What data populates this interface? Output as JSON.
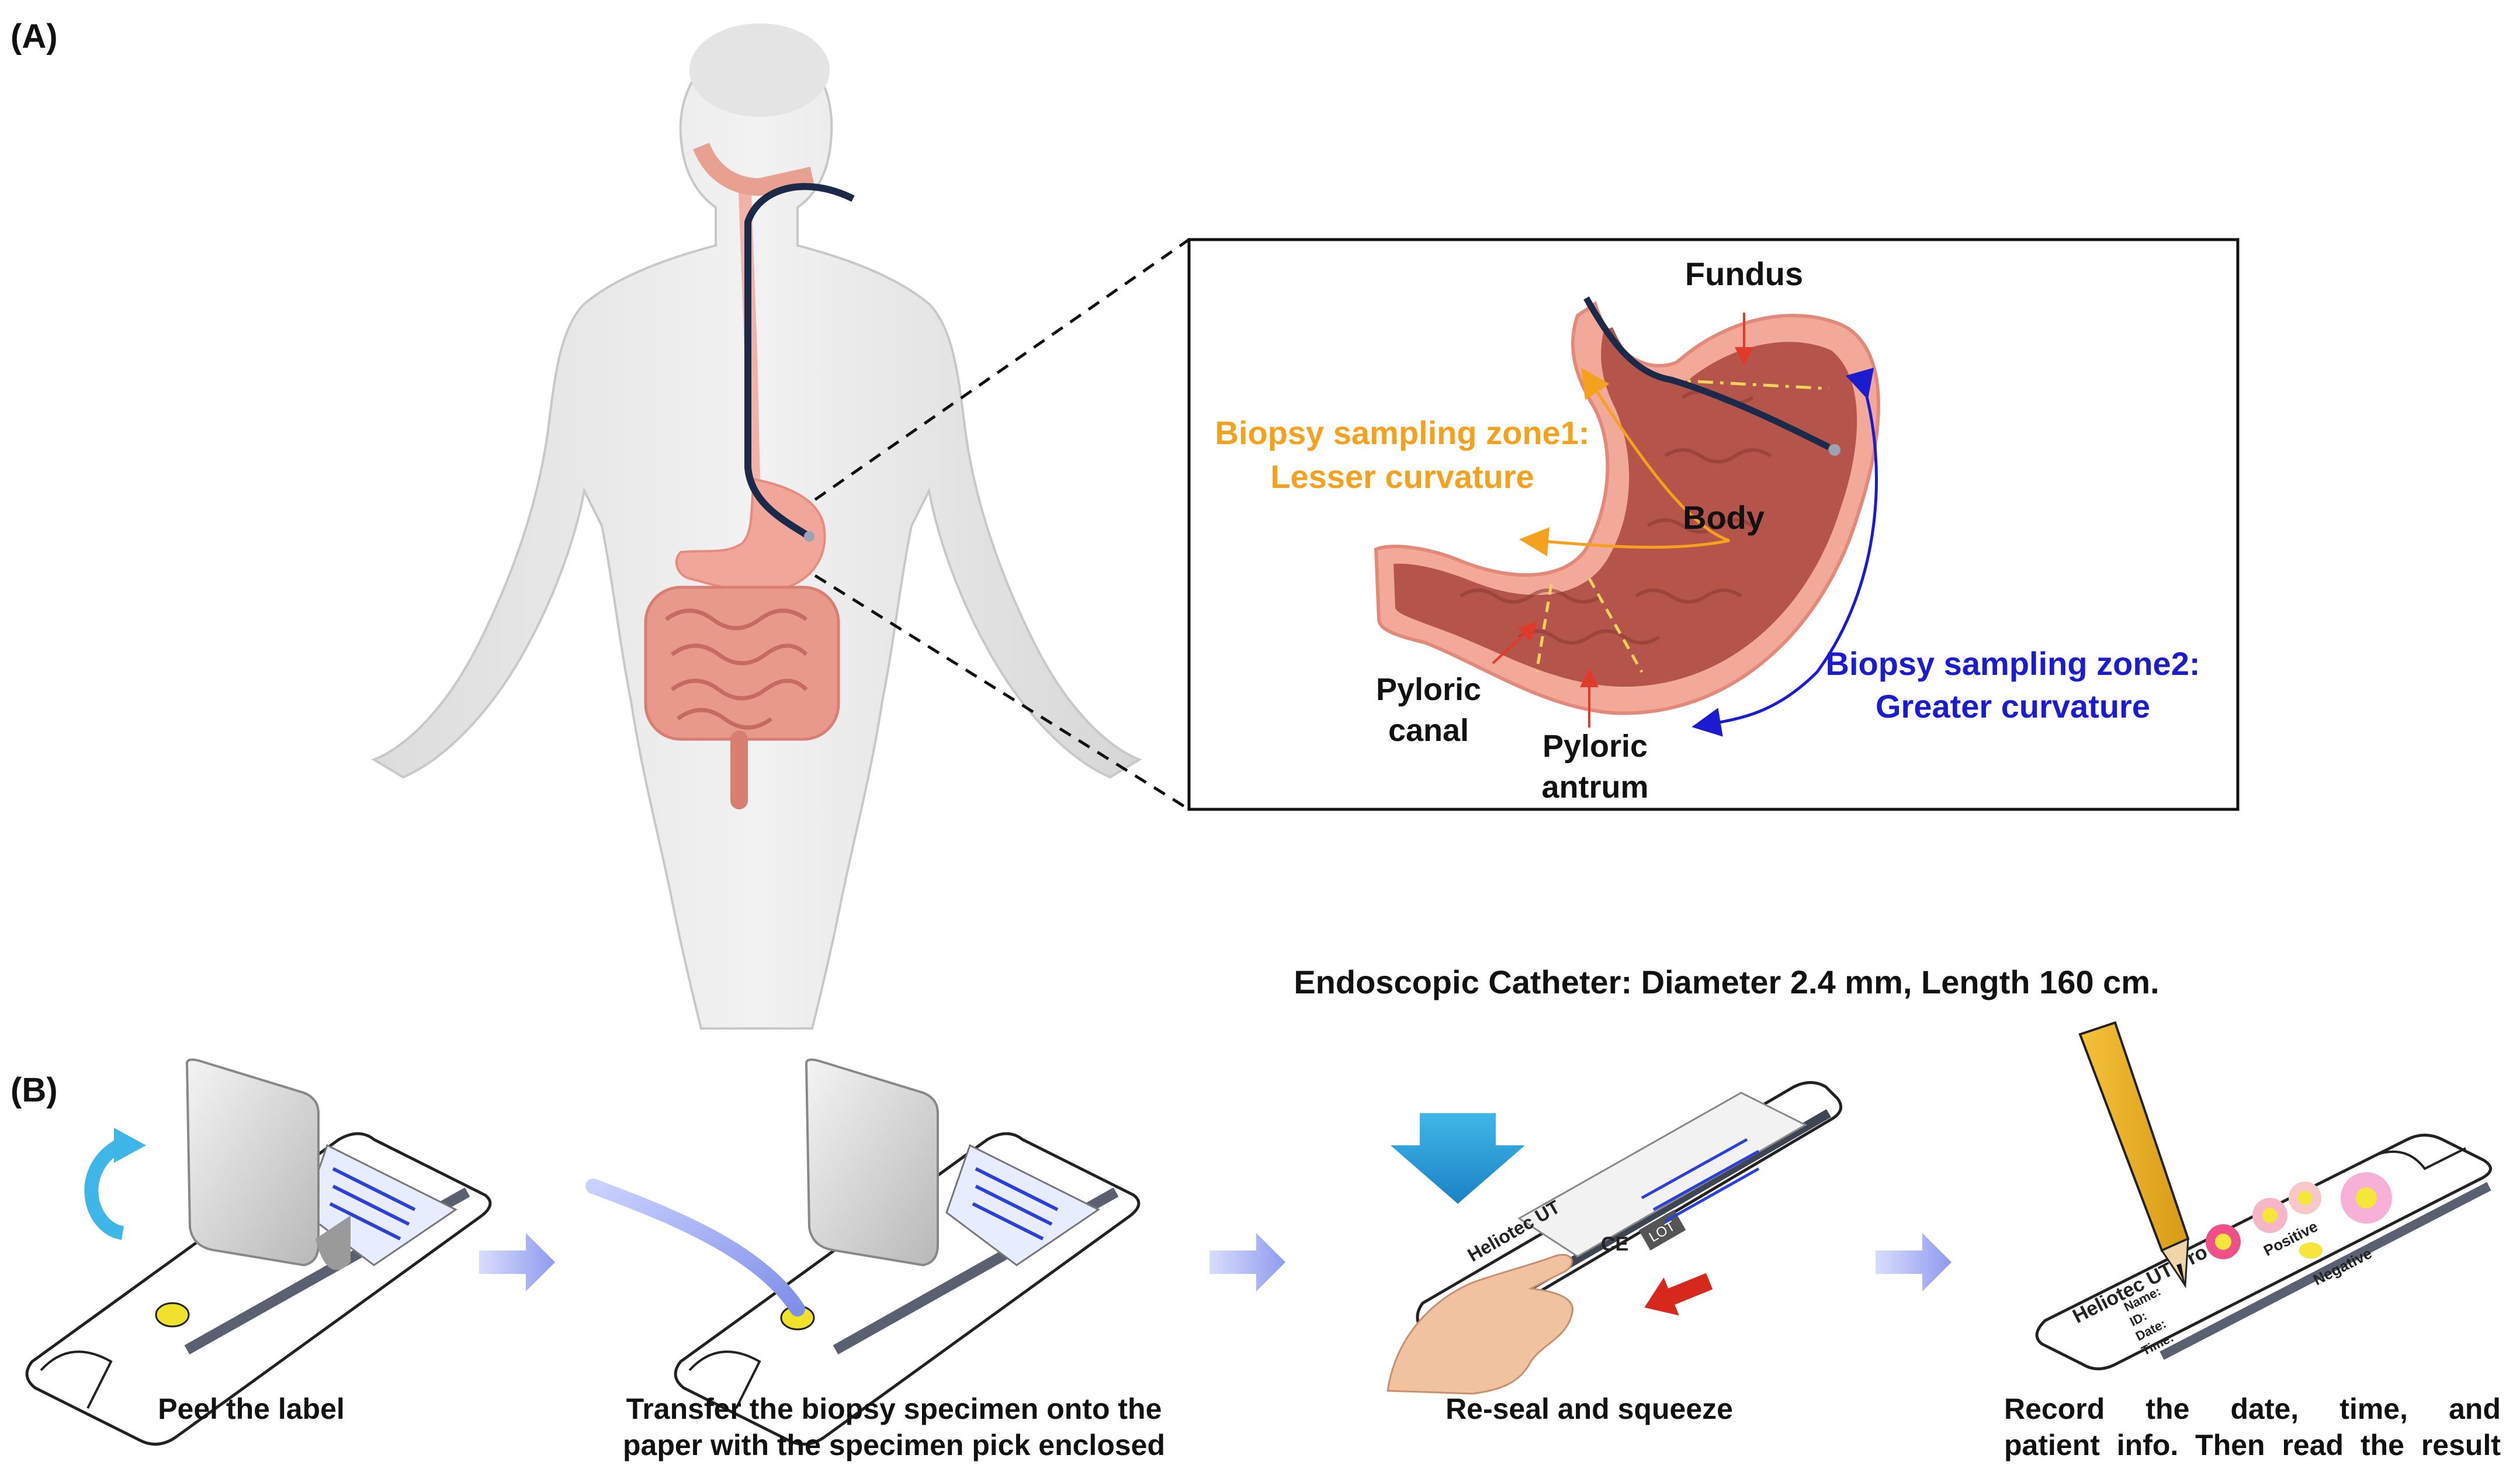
{
  "panels": {
    "a": {
      "label": "(A)"
    },
    "b": {
      "label": "(B)"
    }
  },
  "stomach": {
    "fundus": "Fundus",
    "body": "Body",
    "pyloric_canal": [
      "Pyloric",
      "canal"
    ],
    "pyloric_antrum": [
      "Pyloric",
      "antrum"
    ],
    "zone1": [
      "Biopsy sampling zone1:",
      "Lesser curvature"
    ],
    "zone2": [
      "Biopsy sampling zone2:",
      "Greater curvature"
    ]
  },
  "catheter_note": "Endoscopic Catheter: Diameter 2.4 mm, Length 160 cm.",
  "steps": [
    {
      "caption": [
        "Peel the label"
      ]
    },
    {
      "caption": [
        "Transfer the biopsy specimen onto the",
        "paper with the specimen pick enclosed"
      ]
    },
    {
      "caption": [
        "Re-seal and squeeze"
      ]
    },
    {
      "caption": [
        "Record the date, time, and",
        "patient info. Then read the result"
      ]
    }
  ],
  "kit": {
    "brand": "Heliotec UT",
    "brand_short": "Heliotec UT Pro",
    "lot_text": "LOT",
    "ce_mark": "CE",
    "positive": "Positive",
    "negative": "Negative",
    "form_fields": [
      "Name:",
      "ID:",
      "Date:",
      "Time:"
    ],
    "peel_label_title": "Peel the label"
  },
  "colors": {
    "zone1": "#f4a11d",
    "zone2": "#1b1bd0",
    "stomach": "#b5544a",
    "stomach_wall": "#f2a99a",
    "catheter": "#1c2a4a",
    "arrow_step": "#a9b2f2",
    "guide_line": "#f6d25a"
  }
}
